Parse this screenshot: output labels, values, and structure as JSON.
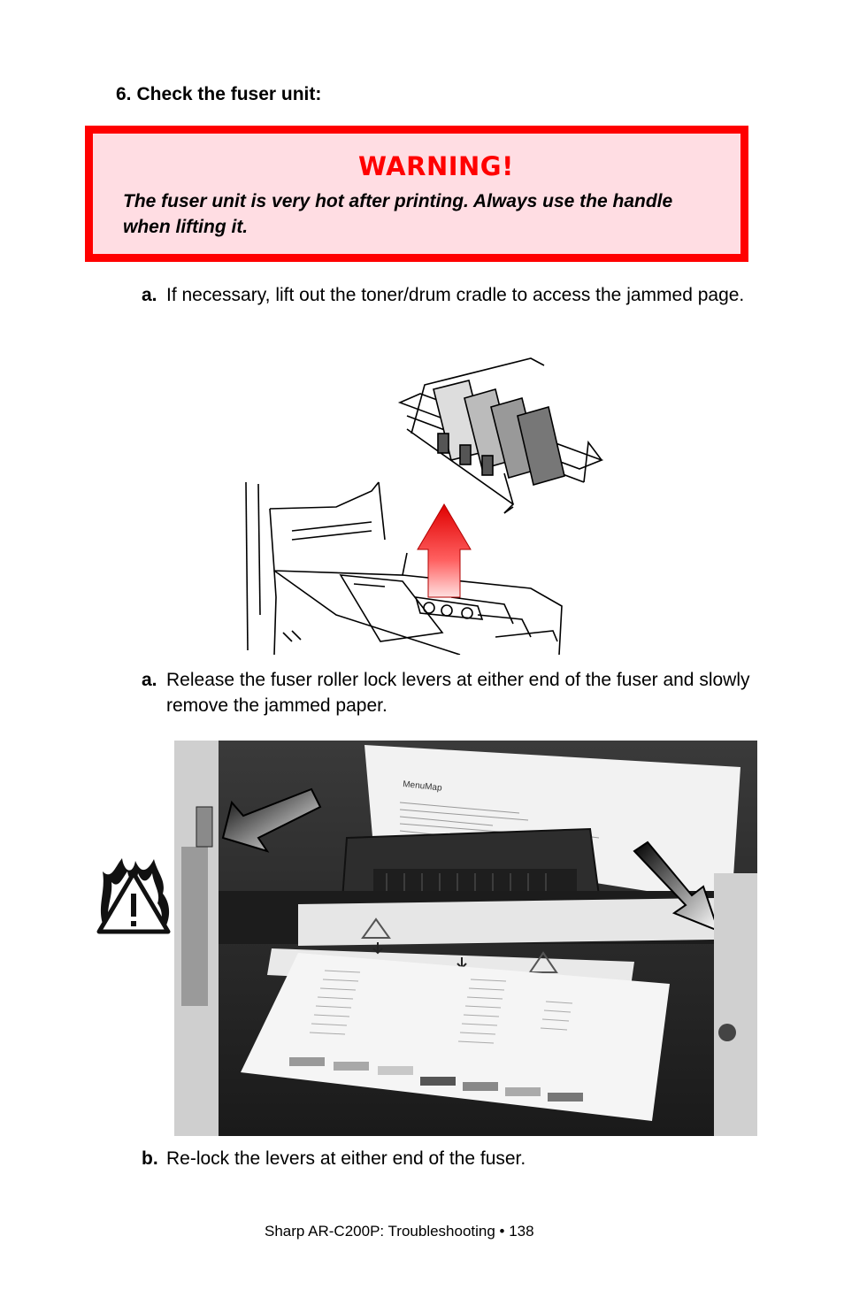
{
  "step": {
    "number": "6.",
    "title": "Check the fuser unit:"
  },
  "warning": {
    "title": "WARNING!",
    "body": "The fuser unit is very hot after printing. Always use the handle when lifting it."
  },
  "substeps": [
    {
      "marker": "a.",
      "text": "If necessary, lift out the toner/drum cradle to access the jammed page."
    },
    {
      "marker": "a.",
      "text": "Release the fuser roller lock levers at either end of the fuser and slowly remove the jammed paper."
    },
    {
      "marker": "b.",
      "text": "Re-lock the levers at either end of the fuser."
    }
  ],
  "figure2": {
    "sheet_heading": "MenuMap"
  },
  "footer": "Sharp AR-C200P: Troubleshooting  •  138"
}
